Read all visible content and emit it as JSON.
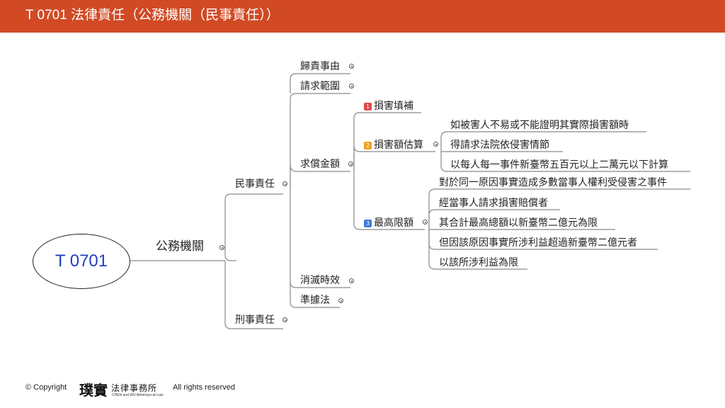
{
  "header": {
    "title": "T 0701 法律責任（公務機關（民事責任））",
    "bg_color": "#d14a24"
  },
  "root": {
    "label": "T 0701",
    "text_color": "#1f3fbf"
  },
  "nodes": {
    "gongwu": "公務機關",
    "minshi": "民事責任",
    "xingshi": "刑事責任",
    "guize": "歸責事由",
    "qingqiu": "請求範圍",
    "qiuchang": "求償金額",
    "xiaomie": "消滅時效",
    "zhunju": "準據法",
    "sunhai": "損害填補",
    "guji": "損害額估算",
    "zuigao": "最高限額",
    "guji_1": "如被害人不易或不能證明其實際損害額時",
    "guji_2": "得請求法院依侵害情節",
    "guji_3": "以每人每一事件新臺幣五百元以上二萬元以下計算",
    "zuigao_1": "對於同一原因事實造成多數當事人權利受侵害之事件",
    "zuigao_2": "經當事人請求損害賠償者",
    "zuigao_3": "其合計最高總額以新臺幣二億元為限",
    "zuigao_4": "但因該原因事實所涉利益超過新臺幣二億元者",
    "zuigao_5": "以該所涉利益為限"
  },
  "badges": {
    "b1": "1",
    "b2": "2",
    "b3": "3",
    "b1_color": "#e04848",
    "b2_color": "#f0a020",
    "b3_color": "#3f78d8"
  },
  "footer": {
    "copyright": "© Copyright",
    "logo": "璞實",
    "firm": "法律事務所",
    "firm_en": "CHEN and WU Attorneys-at-Law",
    "rights": "All rights reserved"
  }
}
